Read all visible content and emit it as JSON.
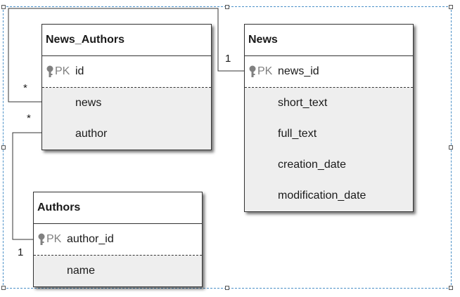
{
  "diagram": {
    "tables": [
      {
        "id": "news-authors",
        "title": "News_Authors",
        "pk_label": "PK",
        "pk_field": "id",
        "fields": [
          "news",
          "author"
        ]
      },
      {
        "id": "news",
        "title": "News",
        "pk_label": "PK",
        "pk_field": "news_id",
        "fields": [
          "short_text",
          "full_text",
          "creation_date",
          "modification_date"
        ]
      },
      {
        "id": "authors",
        "title": "Authors",
        "pk_label": "PK",
        "pk_field": "author_id",
        "fields": [
          "name"
        ]
      }
    ],
    "relationships": [
      {
        "from": "News_Authors.news",
        "to": "News.news_id",
        "from_multiplicity": "*",
        "to_multiplicity": "1"
      },
      {
        "from": "News_Authors.author",
        "to": "Authors.author_id",
        "from_multiplicity": "*",
        "to_multiplicity": "1"
      }
    ]
  },
  "icons": {
    "primary_key": "key-icon"
  },
  "colors": {
    "selection": "#4a90c8",
    "field_area": "#eeeeee",
    "pk_label": "#808080"
  }
}
